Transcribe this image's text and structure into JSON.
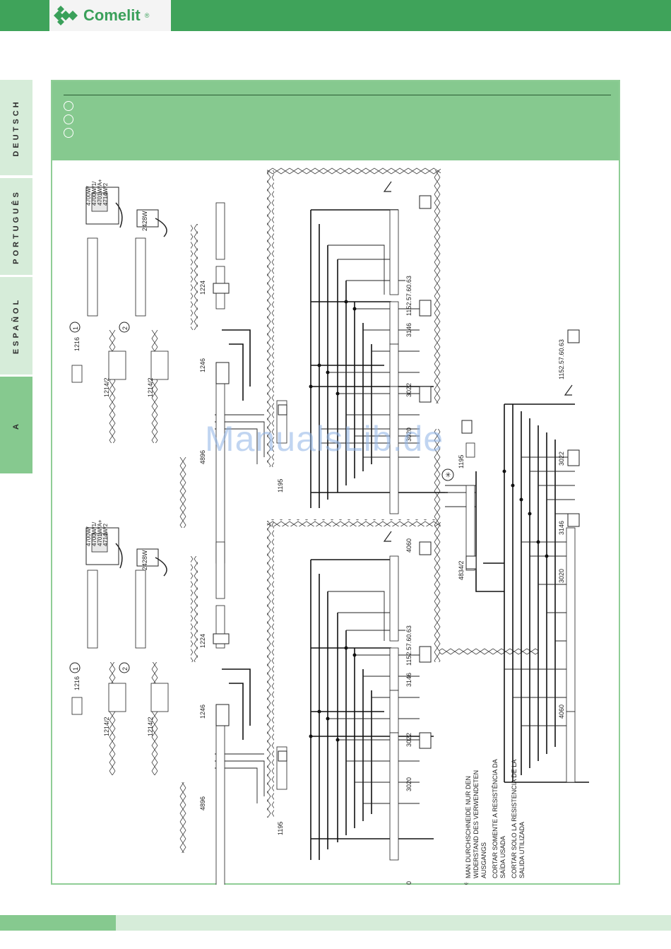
{
  "brand": {
    "name": "Comelit",
    "reg_mark": "®",
    "color": "#3aa05a"
  },
  "side_tabs": [
    "DEUTSCH",
    "PORTUGUÊS",
    "ESPAÑOL",
    "A"
  ],
  "active_tab": "A",
  "watermark": "ManualsLib.de",
  "labels": {
    "l1216": "1216",
    "l1214_2": "1214/2",
    "l1224": "1224",
    "l1246": "1246",
    "l4896": "4896",
    "l1195": "1195",
    "l4060": "4060",
    "l3020": "3020",
    "l3022": "3022",
    "l3146": "3146",
    "l1152": "1152.57.60.63",
    "l4834_2": "4834/2",
    "l2428w": "2428W",
    "monitors": [
      "4700W/",
      "4700W/1/",
      "4701W/A+",
      "4714W/2"
    ],
    "one": "1",
    "two": "2",
    "star": "✳"
  },
  "note": {
    "de": [
      "MAN DURCHSCHNEIDE NUR DEN",
      "WIDERSTAND DES VERWENDETEN",
      "AUSGANGS"
    ],
    "pt": [
      "CORTAR SOMENTE A RESISTÊNCIA DA",
      "SAÍDA USADA"
    ],
    "es": [
      "CORTAR SOLO LA RESISTENCIA DE LA",
      "SALIDA UTILIZADA"
    ]
  }
}
